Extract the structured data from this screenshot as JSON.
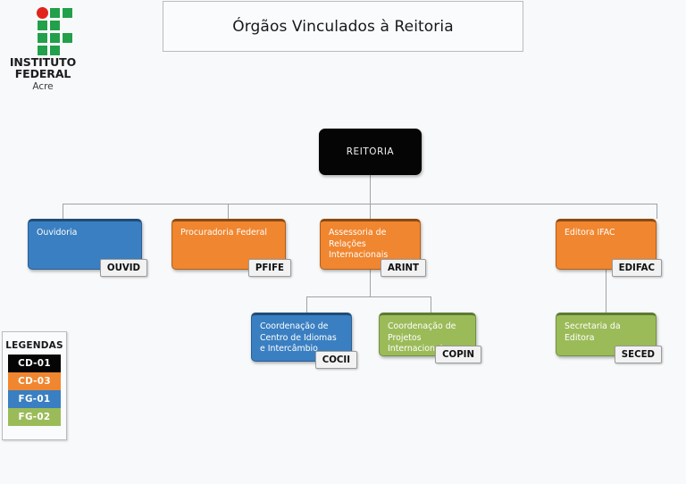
{
  "header": {
    "title": "Órgãos Vinculados à Reitoria",
    "logo": {
      "institute_line": "INSTITUTO",
      "federal_line": "FEDERAL",
      "campus": "Acre"
    }
  },
  "chart_data": {
    "type": "diagram",
    "title": "Órgãos Vinculados à Reitoria",
    "nodes": [
      {
        "id": "root",
        "label": "REITORIA",
        "tag": "",
        "color_class": "black",
        "color": "#050505",
        "level": 0
      },
      {
        "id": "ouvid",
        "label": "Ouvidoria",
        "tag": "OUVID",
        "color_class": "blue",
        "color": "#3a7fc1",
        "level": 1
      },
      {
        "id": "pfife",
        "label": "Procuradoria Federal",
        "tag": "PFIFE",
        "color_class": "orange",
        "color": "#f0862f",
        "level": 1
      },
      {
        "id": "arint",
        "label": "Assessoria de Relações Internacionais",
        "tag": "ARINT",
        "color_class": "orange",
        "color": "#f0862f",
        "level": 1
      },
      {
        "id": "edifac",
        "label": "Editora IFAC",
        "tag": "EDIFAC",
        "color_class": "orange",
        "color": "#f0862f",
        "level": 1
      },
      {
        "id": "cocii",
        "label": "Coordenação de Centro de Idiomas e Intercâmbio",
        "tag": "COCII",
        "color_class": "blue",
        "color": "#3a7fc1",
        "level": 2
      },
      {
        "id": "copin",
        "label": "Coordenação de Projetos Internacionais",
        "tag": "COPIN",
        "color_class": "green",
        "color": "#9bbb59",
        "level": 2
      },
      {
        "id": "seced",
        "label": "Secretaria da Editora",
        "tag": "SECED",
        "color_class": "green",
        "color": "#9bbb59",
        "level": 2
      }
    ],
    "edges": [
      {
        "from": "root",
        "to": "ouvid"
      },
      {
        "from": "root",
        "to": "pfife"
      },
      {
        "from": "root",
        "to": "arint"
      },
      {
        "from": "root",
        "to": "edifac"
      },
      {
        "from": "arint",
        "to": "cocii"
      },
      {
        "from": "arint",
        "to": "copin"
      },
      {
        "from": "edifac",
        "to": "seced"
      }
    ]
  },
  "legend": {
    "title": "LEGENDAS",
    "items": [
      {
        "label": "CD-01",
        "color": "#050505",
        "text_color": "#ffffff"
      },
      {
        "label": "CD-03",
        "color": "#f0862f",
        "text_color": "#ffffff"
      },
      {
        "label": "FG-01",
        "color": "#3a7fc1",
        "text_color": "#ffffff"
      },
      {
        "label": "FG-02",
        "color": "#9bbb59",
        "text_color": "#ffffff"
      }
    ]
  }
}
